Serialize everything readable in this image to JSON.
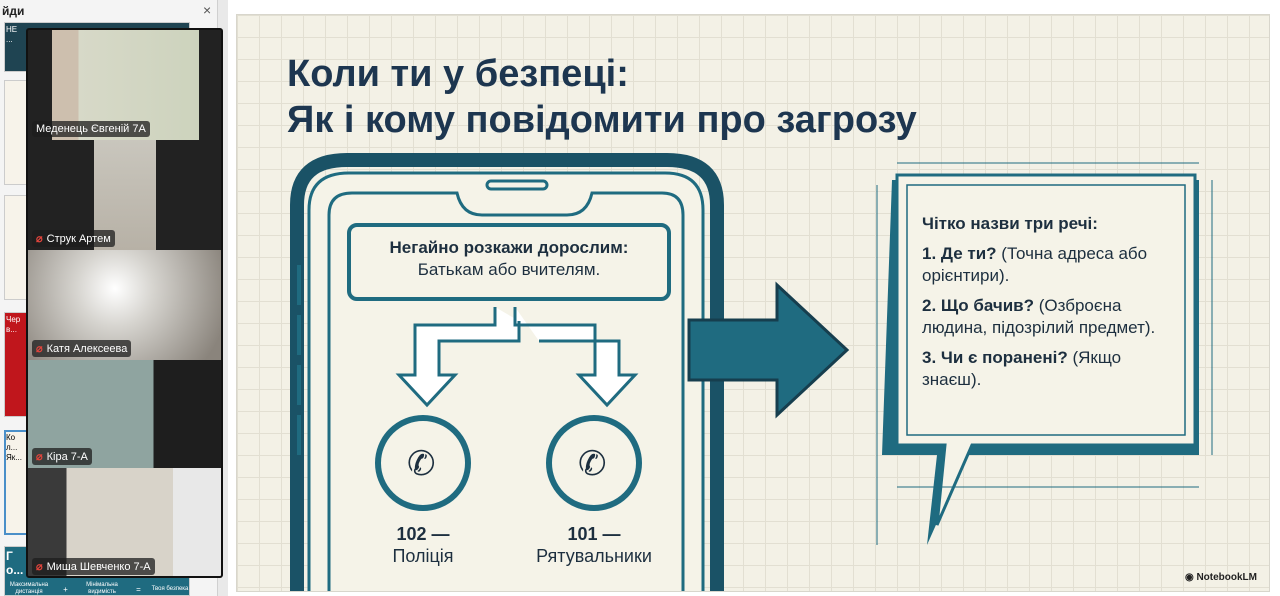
{
  "panel": {
    "title": "йди",
    "close": "×"
  },
  "thumbs": {
    "t1": "НЕ ...",
    "t4": "Черв...",
    "t5": "Кол... Як...",
    "t6": "Го...",
    "t6_formula": [
      "Максимальна дистанція",
      "+",
      "Мінімальна видимість",
      "=",
      "Твоя безпека"
    ]
  },
  "participants": [
    {
      "name": "Меденець Євгеній 7А",
      "muted": false
    },
    {
      "name": "Струк Артем",
      "muted": true
    },
    {
      "name": "Катя Алексеева",
      "muted": true
    },
    {
      "name": "Кіра 7-А",
      "muted": true
    },
    {
      "name": "Миша Шевченко 7-А",
      "muted": true
    }
  ],
  "slide": {
    "title_line1": "Коли ти у безпеці:",
    "title_line2": "Як і кому повідомити про загрозу",
    "phone_bubble_bold": "Негайно розкажи дорослим:",
    "phone_bubble_text": "Батькам або вчителям.",
    "call1_number": "102 —",
    "call1_label": "Поліція",
    "call2_number": "101 —",
    "call2_label": "Рятувальники",
    "box_heading": "Чітко назви три речі:",
    "item1_bold": "1. Де ти?",
    "item1_text": " (Точна адреса або орієнтири).",
    "item2_bold": "2. Що бачив?",
    "item2_text": " (Озброєна людина, підозрілий предмет).",
    "item3_bold": "3. Чи є поранені?",
    "item3_text": " (Якщо знаєш).",
    "logo": "NotebookLM",
    "accent": "#1f6b80"
  }
}
